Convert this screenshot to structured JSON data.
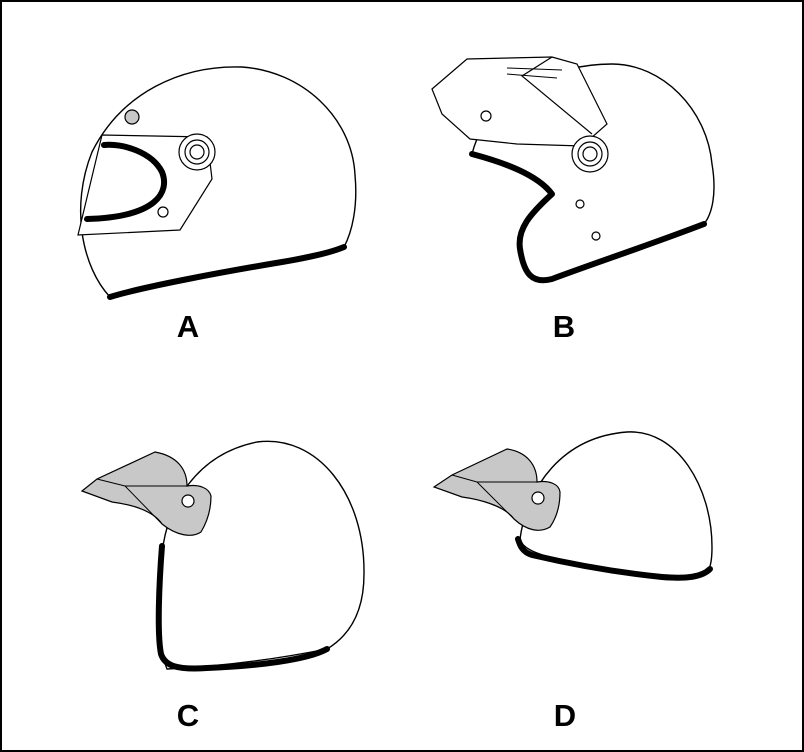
{
  "figure": {
    "colors": {
      "stroke": "#000000",
      "shell_fill": "#ffffff",
      "visor_fill": "#c8c8c8",
      "background": "#ffffff"
    },
    "helmets": [
      {
        "id": "A",
        "label": "A",
        "type": "full-face helmet"
      },
      {
        "id": "B",
        "label": "B",
        "type": "modular (flip-up) helmet"
      },
      {
        "id": "C",
        "label": "C",
        "type": "open-face helmet with peak"
      },
      {
        "id": "D",
        "label": "D",
        "type": "half helmet with peak"
      }
    ]
  }
}
